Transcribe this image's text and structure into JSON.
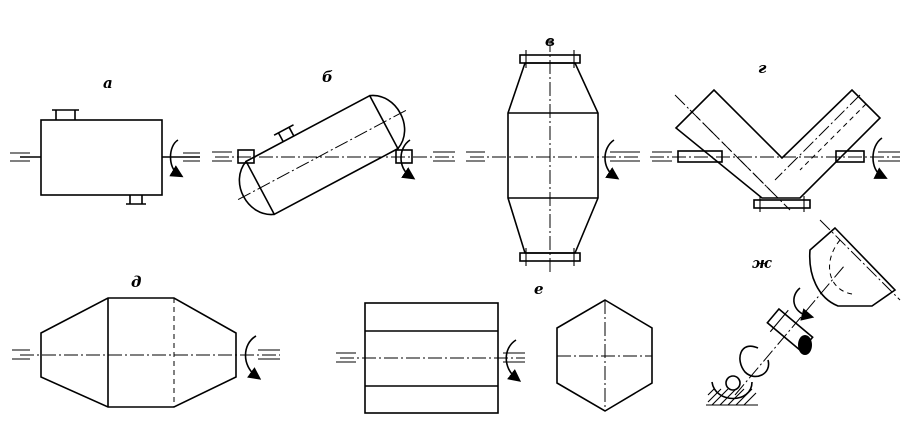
{
  "figure": {
    "labels": {
      "a": "а",
      "b": "б",
      "v": "в",
      "g": "г",
      "d": "д",
      "e": "е",
      "zh": "ж"
    }
  },
  "colors": {
    "ink": "#000000",
    "background": "#ffffff"
  }
}
